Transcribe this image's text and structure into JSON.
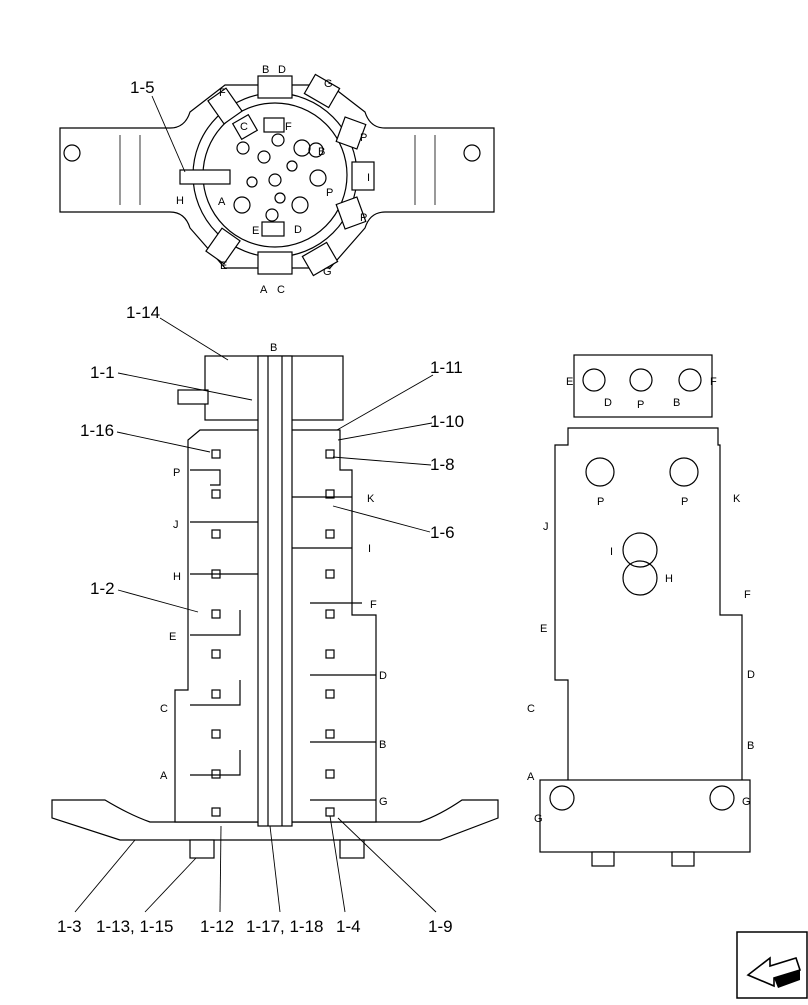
{
  "callouts": {
    "c1_5": "1-5",
    "c1_14": "1-14",
    "c1_1": "1-1",
    "c1_16": "1-16",
    "c1_2": "1-2",
    "c1_11": "1-11",
    "c1_10": "1-10",
    "c1_8": "1-8",
    "c1_6": "1-6",
    "c1_3": "1-3",
    "c1_13": "1-13, 1-15",
    "c1_12": "1-12",
    "c1_17": "1-17, 1-18",
    "c1_4": "1-4",
    "c1_9": "1-9"
  },
  "top_view_ports": {
    "outer_B": "B",
    "outer_D": "D",
    "outer_G_top": "G",
    "outer_F_left": "F",
    "inner_C": "C",
    "inner_F": "F",
    "inner_B": "B",
    "outer_P_top": "P",
    "outer_I": "I",
    "inner_P": "P",
    "outer_H": "H",
    "inner_A": "A",
    "outer_P_bottom": "P",
    "inner_E": "E",
    "inner_D": "D",
    "outer_E": "E",
    "outer_G_bottom": "G",
    "outer_A": "A",
    "outer_C": "C"
  },
  "section_view_ports": {
    "top_B": "B",
    "P": "P",
    "J": "J",
    "H": "H",
    "E": "E",
    "C": "C",
    "A": "A",
    "K": "K",
    "I": "I",
    "F": "F",
    "D": "D",
    "B": "B",
    "G": "G"
  },
  "side_view_ports": {
    "E": "E",
    "D": "D",
    "P1": "P",
    "B": "B",
    "F_top": "F",
    "P2": "P",
    "P3": "P",
    "K": "K",
    "J": "J",
    "I": "I",
    "H": "H",
    "F": "F",
    "E_mid": "E",
    "Dr": "D",
    "C": "C",
    "Br": "B",
    "A": "A",
    "G_left": "G",
    "G_right": "G"
  },
  "nav_icon": "arrow-left-icon"
}
